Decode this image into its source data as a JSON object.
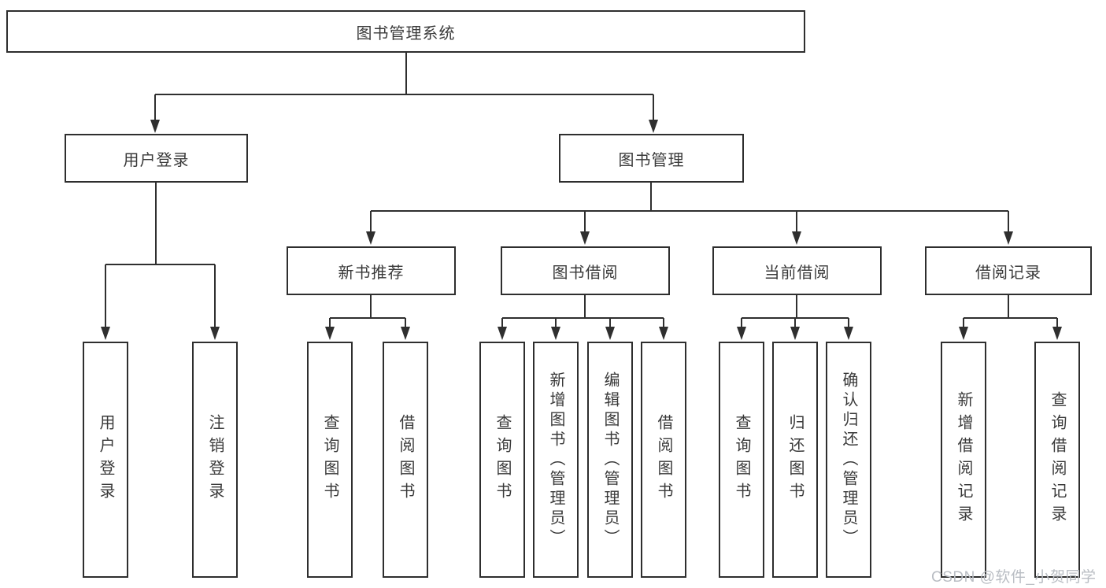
{
  "tree": {
    "root": "图书管理系统",
    "level2": [
      "用户登录",
      "图书管理"
    ],
    "level3": [
      "新书推荐",
      "图书借阅",
      "当前借阅",
      "借阅记录"
    ],
    "leaves": {
      "login": [
        "用户登录",
        "注销登录"
      ],
      "recommend": [
        "查询图书",
        "借阅图书"
      ],
      "borrow": [
        "查询图书",
        "新增图书（管理员）",
        "编辑图书（管理员）",
        "借阅图书"
      ],
      "current": [
        "查询图书",
        "归还图书",
        "确认归还（管理员）"
      ],
      "records": [
        "新增借阅记录",
        "查询借阅记录"
      ]
    }
  },
  "watermark": "CSDN @软件_小贺同学",
  "colors": {
    "line": "#2f2f2f",
    "box_border": "#2e2e2e",
    "text": "#3a3a3a",
    "watermark": "#b9bdc3",
    "background": "#ffffff"
  }
}
